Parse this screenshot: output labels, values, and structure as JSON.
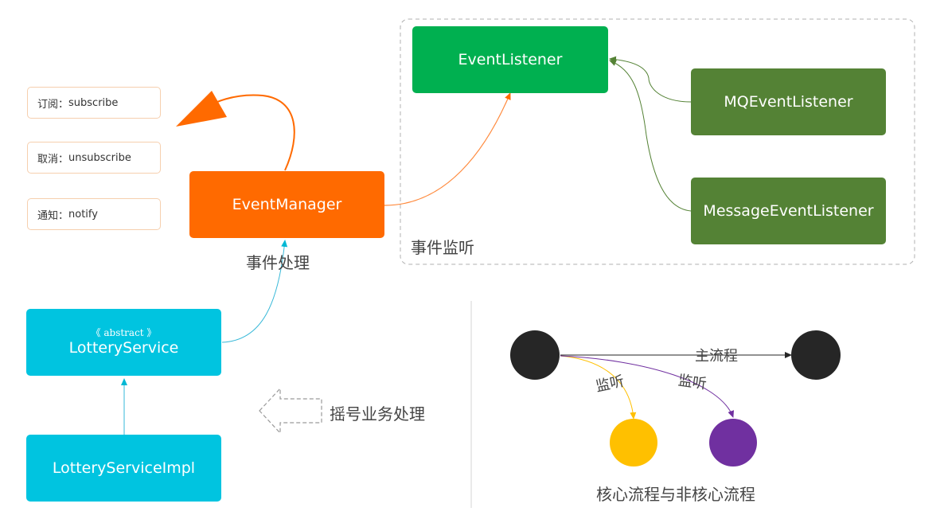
{
  "operations": [
    {
      "key": "订阅：",
      "name": "subscribe"
    },
    {
      "key": "取消：",
      "name": "unsubscribe"
    },
    {
      "key": "通知：",
      "name": "notify"
    }
  ],
  "event_manager": {
    "label": "EventManager",
    "caption": "事件处理"
  },
  "listener_group": {
    "caption": "事件监听",
    "event_listener": "EventListener",
    "mq_listener": "MQEventListener",
    "message_listener": "MessageEventListener"
  },
  "lottery": {
    "stereotype": "《 abstract 》",
    "service": "LotteryService",
    "impl": "LotteryServiceImpl",
    "process_label": "摇号业务处理"
  },
  "flow": {
    "main_label": "主流程",
    "listen_label_1": "监听",
    "listen_label_2": "监听",
    "caption": "核心流程与非核心流程"
  },
  "colors": {
    "green": "#00b050",
    "dark_green": "#548235",
    "orange": "#ff6a00",
    "cyan": "#00c4e0",
    "yellow": "#ffc000",
    "purple": "#7030a0",
    "black": "#262626"
  }
}
